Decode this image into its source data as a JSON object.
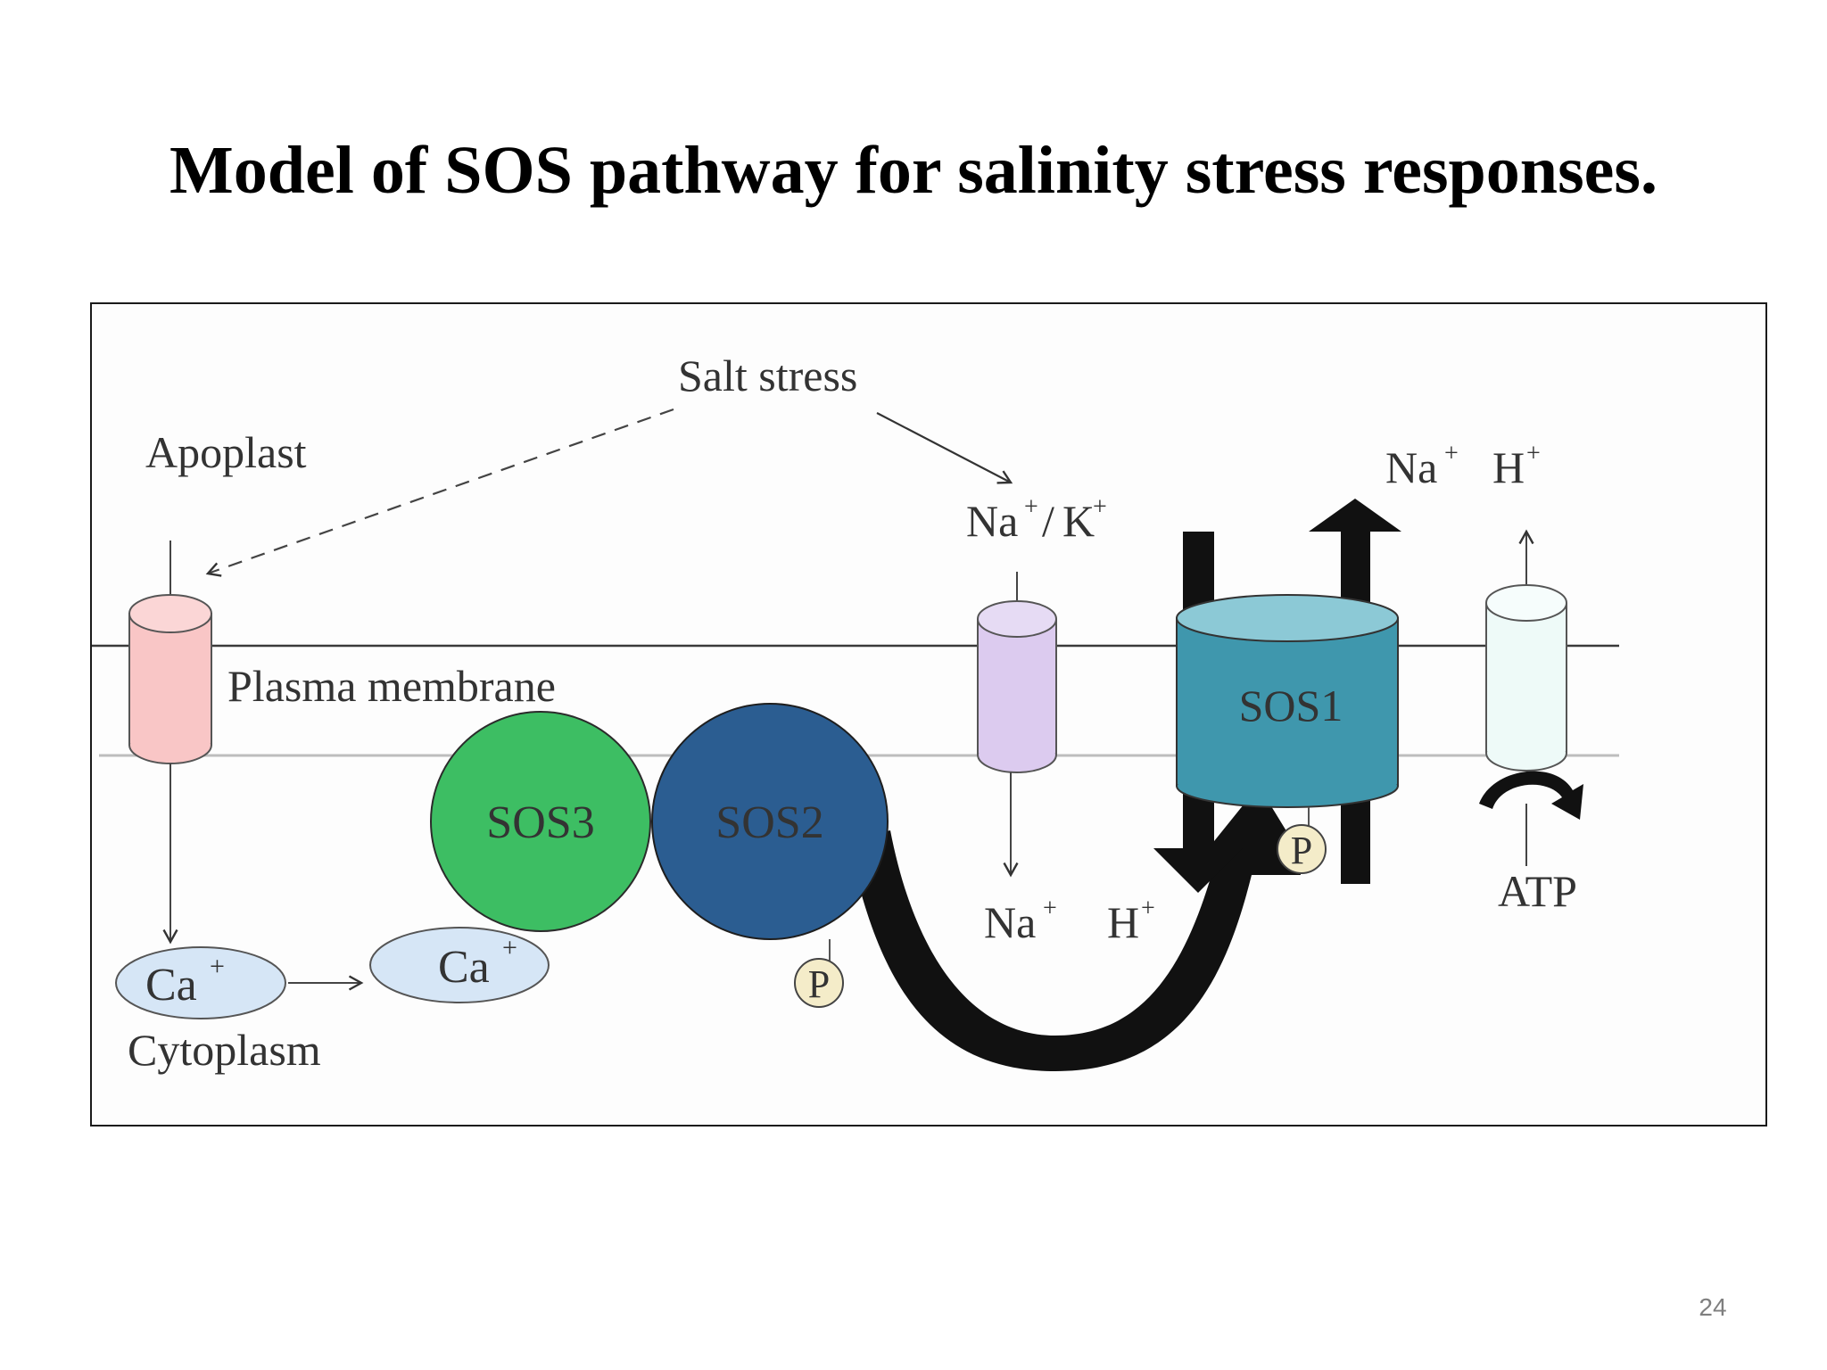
{
  "slide": {
    "title": "Model of SOS pathway for salinity stress responses.",
    "page_number": "24"
  },
  "diagram": {
    "labels": {
      "salt_stress": "Salt stress",
      "apoplast": "Apoplast",
      "plasma_membrane": "Plasma membrane",
      "cytoplasm": "Cytoplasm",
      "atp": "ATP",
      "sos1": "SOS1",
      "sos2": "SOS2",
      "sos3": "SOS3",
      "phospho": "P",
      "ca": "Ca",
      "na": "Na",
      "h": "H",
      "k": "K",
      "plus": "+",
      "slash": "/"
    },
    "colors": {
      "ca_channel": "#f9c6c6",
      "nak_channel": "#dccbef",
      "atpase": "#eefaf8",
      "sos1": "#3f97ad",
      "sos1_top": "#8cc9d6",
      "sos2": "#2b5d91",
      "sos3": "#3dbe63",
      "ca_ellipse": "#d6e6f6",
      "phospho": "#f4ecc9",
      "arrow": "#111111",
      "membrane_line": "#3a3a3a",
      "membrane_inner": "#bdbdbd"
    }
  }
}
